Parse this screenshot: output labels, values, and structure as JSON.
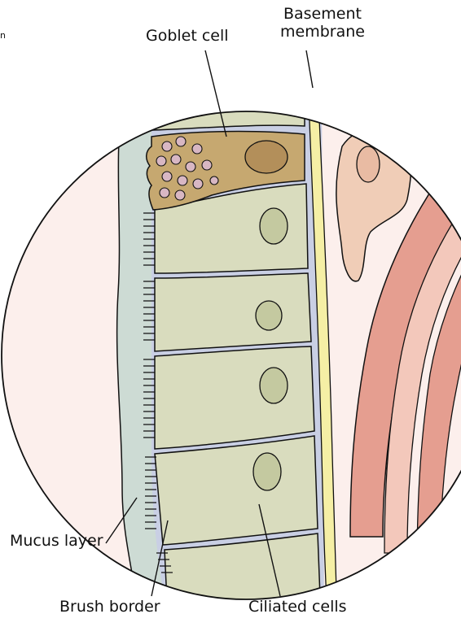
{
  "labels": {
    "goblet_cell": "Goblet cell",
    "basement_line1": "Basement",
    "basement_line2": "membrane",
    "mucus_layer": "Mucus layer",
    "brush_border": "Brush border",
    "ciliated_cells": "Ciliated cells",
    "corner_fragment": "n"
  },
  "colors": {
    "outline": "#111111",
    "background_tissue": "#fcefec",
    "mucus": "#cddbd4",
    "cell_fill": "#d9dcbe",
    "nucleus_fill": "#c4c9a0",
    "goblet_fill": "#c6a870",
    "goblet_nucleus": "#b38f5a",
    "granule": "#d8b7c3",
    "membrane_blue": "#c9cfe4",
    "basement_yellow": "#f5efa5",
    "connective_cell": "#f0cdb7",
    "vessel_dark": "#e59e90",
    "vessel_light": "#f3c8bb"
  }
}
